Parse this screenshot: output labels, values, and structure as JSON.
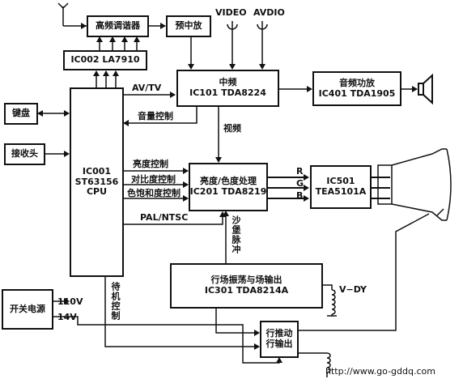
{
  "blocks": {
    "hf_tuner": "高频调谐器",
    "pre_if": "预中放",
    "ic002": "IC002 LA7910",
    "if_title": "中频",
    "if_chip": "IC101 TDA8224",
    "audio_title": "音频功放",
    "audio_chip": "IC401 TDA1905",
    "keyboard": "键盘",
    "receiver": "接收头",
    "cpu_line1": "IC001",
    "cpu_line2": "ST63156",
    "cpu_line3": "CPU",
    "luma_title": "亮度/色度处理",
    "luma_chip": "IC201 TDA8219",
    "rgb_line1": "IC501",
    "rgb_line2": "TEA5101A",
    "scan_title": "行场振荡与场输出",
    "scan_chip": "IC301 TDA8214A",
    "psu": "开关电源",
    "hdrive_line1": "行推动",
    "hdrive_line2": "行输出"
  },
  "labels": {
    "video_in": "VIDEO",
    "audio_in": "AVDIO",
    "av_tv": "AV/TV",
    "volume": "音量控制",
    "video_signal": "视频",
    "brightness": "亮度控制",
    "contrast": "对比度控制",
    "saturation": "色饱和度控制",
    "pal_ntsc": "PAL/NTSC",
    "r": "R",
    "g": "G",
    "b": "B",
    "sandcastle": "沙堡脉冲",
    "standby": "待机控制",
    "v110": "110V",
    "v14": "14V",
    "vdy": "V−DY",
    "watermark": "http://www.go-gddq.com"
  }
}
